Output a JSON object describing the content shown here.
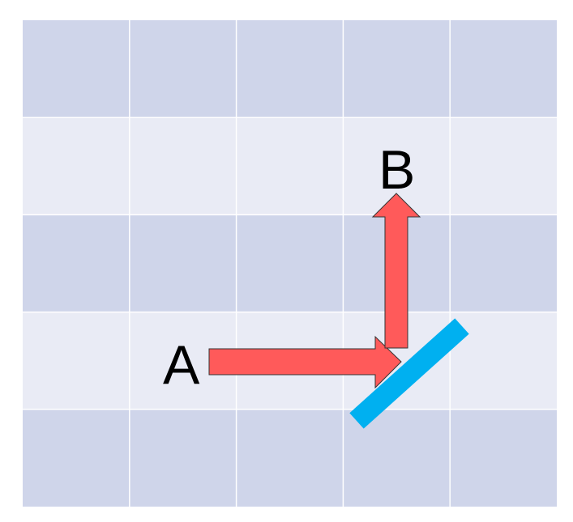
{
  "grid": {
    "rows": 5,
    "cols": 5,
    "band_colors": [
      "#cfd5ea",
      "#e9ebf5",
      "#cfd5ea",
      "#e9ebf5",
      "#cfd5ea"
    ],
    "line_color": "#ffffff"
  },
  "labels": {
    "start": "A",
    "end": "B"
  },
  "arrow_color": "#ff5a5a",
  "arrow_outline": "#333333",
  "mirror_color": "#00b0f0"
}
